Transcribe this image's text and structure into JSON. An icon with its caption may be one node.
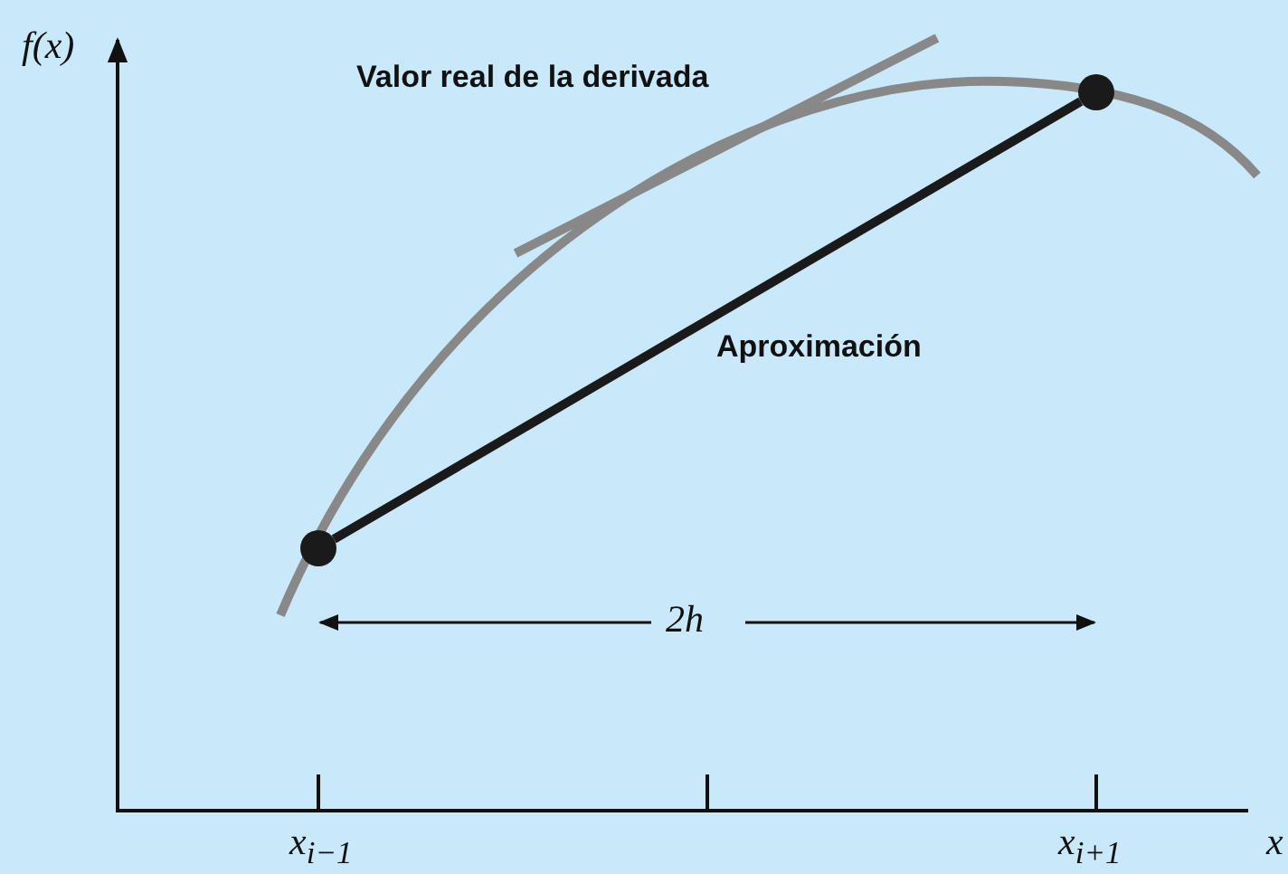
{
  "diagram": {
    "nodes": [
      {
        "text": [],
        "shape": "circle"
      },
      {
        "text": [],
        "shape": "circle"
      }
    ],
    "edges": [
      {
        "from": 0,
        "to": 1,
        "arrow": "none"
      }
    ],
    "labels": [
      "f(x)",
      "Valor real de la derivada",
      "Aproximación",
      "2h",
      "x$_{i−1}$",
      "x$_{i+1}$",
      "x"
    ]
  }
}
